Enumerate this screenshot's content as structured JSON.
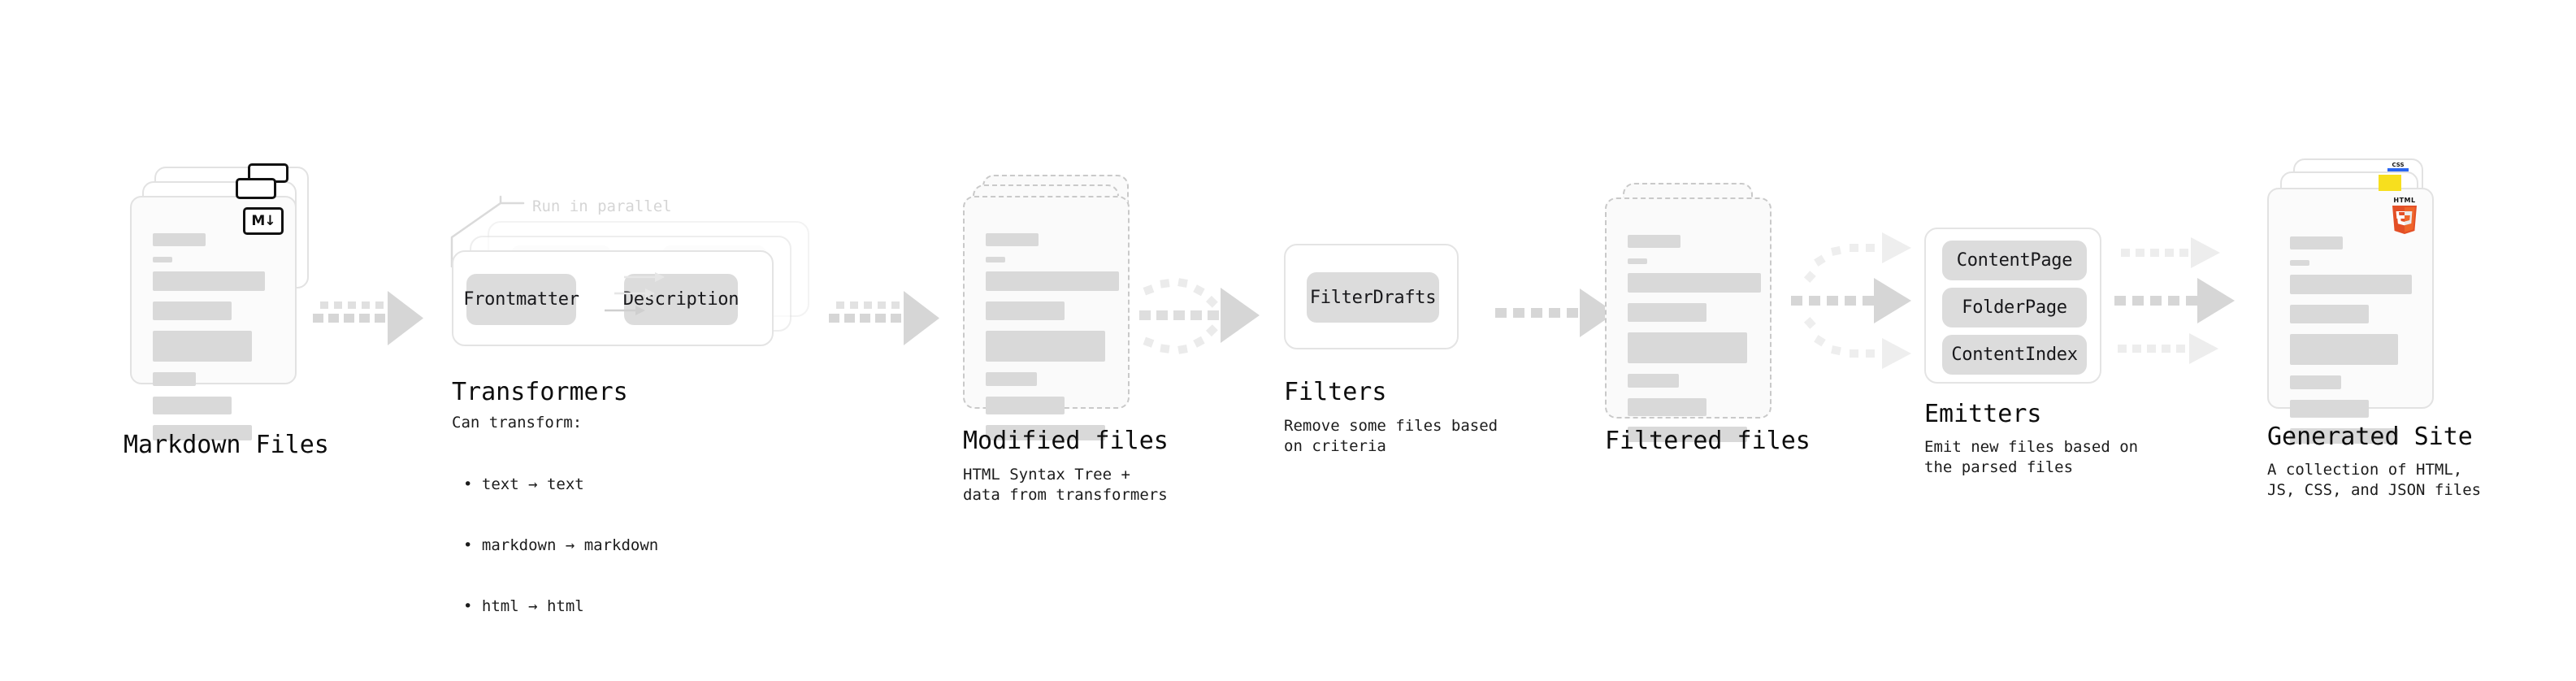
{
  "diagram": {
    "title_font_note": "monospace",
    "background": "#ffffff",
    "accent_colors": {
      "skeleton_bar": "#d9d9d9",
      "chip_fill": "#dcdcdc",
      "arrow": "#d4d4d4",
      "card_border": "#e2e2e2",
      "dashed_border": "#c9c9c9",
      "css_blue": "#2965f1",
      "js_yellow": "#f7df1e",
      "html5_orange": "#e34f26",
      "html5_orange_light": "#ef652a"
    },
    "stages": [
      {
        "id": "markdown-files",
        "title": "Markdown Files",
        "description": "",
        "kind": "file-stack",
        "badge": "markdown-icon",
        "badge_text": "M↓"
      },
      {
        "id": "transformers",
        "title": "Transformers",
        "description": "Can transform:",
        "kind": "process-group",
        "annotation": "Run in parallel",
        "bullets": [
          "• text → text",
          "• markdown → markdown",
          "• html → html"
        ],
        "chips": [
          "Frontmatter",
          "Description"
        ]
      },
      {
        "id": "modified-files",
        "title": "Modified files",
        "description": "HTML Syntax Tree +\ndata from transformers",
        "kind": "file-stack-dashed"
      },
      {
        "id": "filters",
        "title": "Filters",
        "description": "Remove some files based\non criteria",
        "kind": "process-group",
        "chips": [
          "FilterDrafts"
        ]
      },
      {
        "id": "filtered-files",
        "title": "Filtered files",
        "description": "",
        "kind": "file-stack-dashed"
      },
      {
        "id": "emitters",
        "title": "Emitters",
        "description": "Emit new files based on\nthe parsed files",
        "kind": "process-group",
        "chips": [
          "ContentPage",
          "FolderPage",
          "ContentIndex"
        ]
      },
      {
        "id": "generated-site",
        "title": "Generated Site",
        "description": "A collection of HTML,\nJS, CSS, and JSON files",
        "kind": "file-stack",
        "badges": [
          "css3-icon",
          "javascript-icon",
          "html5-icon"
        ],
        "css_badge_text": "CSS",
        "html5_badge_text": "HTML"
      }
    ]
  }
}
